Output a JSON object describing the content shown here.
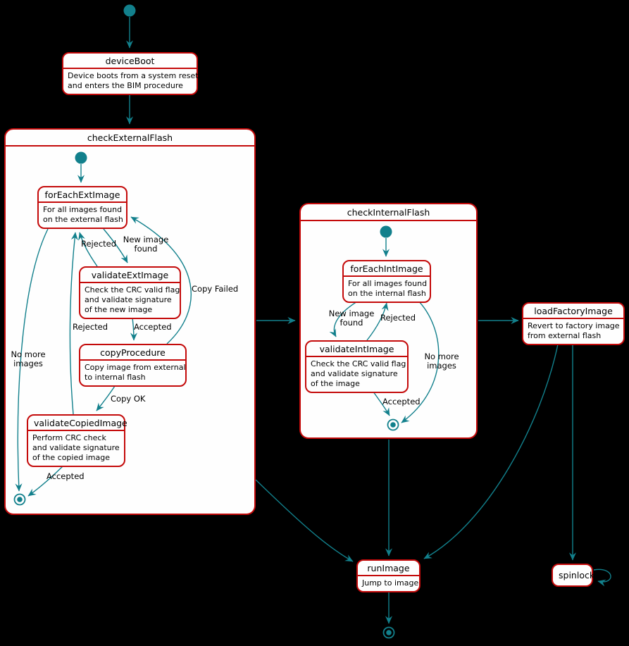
{
  "colors": {
    "background": "#000000",
    "state_fill": "#FEFEFE",
    "state_border": "#C40A0A",
    "arrow": "#12808C",
    "text": "#000000"
  },
  "states": {
    "deviceBoot": {
      "title": "deviceBoot",
      "body": [
        "Device boots from a system reset",
        "and enters the BIM procedure"
      ]
    },
    "checkExternalFlash": {
      "title": "checkExternalFlash"
    },
    "forEachExtImage": {
      "title": "forEachExtImage",
      "body": [
        "For all images found",
        "on the external flash"
      ]
    },
    "validateExtImage": {
      "title": "validateExtImage",
      "body": [
        "Check the CRC valid flag",
        "and validate signature",
        "of the new image"
      ]
    },
    "copyProcedure": {
      "title": "copyProcedure",
      "body": [
        "Copy image from external",
        "to internal flash"
      ]
    },
    "validateCopiedImage": {
      "title": "validateCopiedImage",
      "body": [
        "Perform CRC check",
        "and validate signature",
        "of the copied image"
      ]
    },
    "checkInternalFlash": {
      "title": "checkInternalFlash"
    },
    "forEachIntImage": {
      "title": "forEachIntImage",
      "body": [
        "For all images found",
        "on the internal flash"
      ]
    },
    "validateIntImage": {
      "title": "validateIntImage",
      "body": [
        "Check the CRC valid flag",
        "and validate signature",
        "of the image"
      ]
    },
    "loadFactoryImage": {
      "title": "loadFactoryImage",
      "body": [
        "Revert to factory image",
        "from external flash"
      ]
    },
    "runImage": {
      "title": "runImage",
      "body": [
        "Jump to image"
      ]
    },
    "spinlock": {
      "title": "spinlock"
    }
  },
  "transitions": {
    "ext_rejected_upper": "Rejected",
    "ext_new_image": [
      "New image",
      "found"
    ],
    "ext_copy_failed": "Copy Failed",
    "ext_rejected_left": "Rejected",
    "ext_accepted": "Accepted",
    "ext_copy_ok": "Copy OK",
    "ext_no_more": [
      "No more",
      "images"
    ],
    "ext_accepted_final": "Accepted",
    "int_new_image": [
      "New image",
      "found"
    ],
    "int_rejected": "Rejected",
    "int_no_more": [
      "No more",
      "images"
    ],
    "int_accepted": "Accepted"
  }
}
